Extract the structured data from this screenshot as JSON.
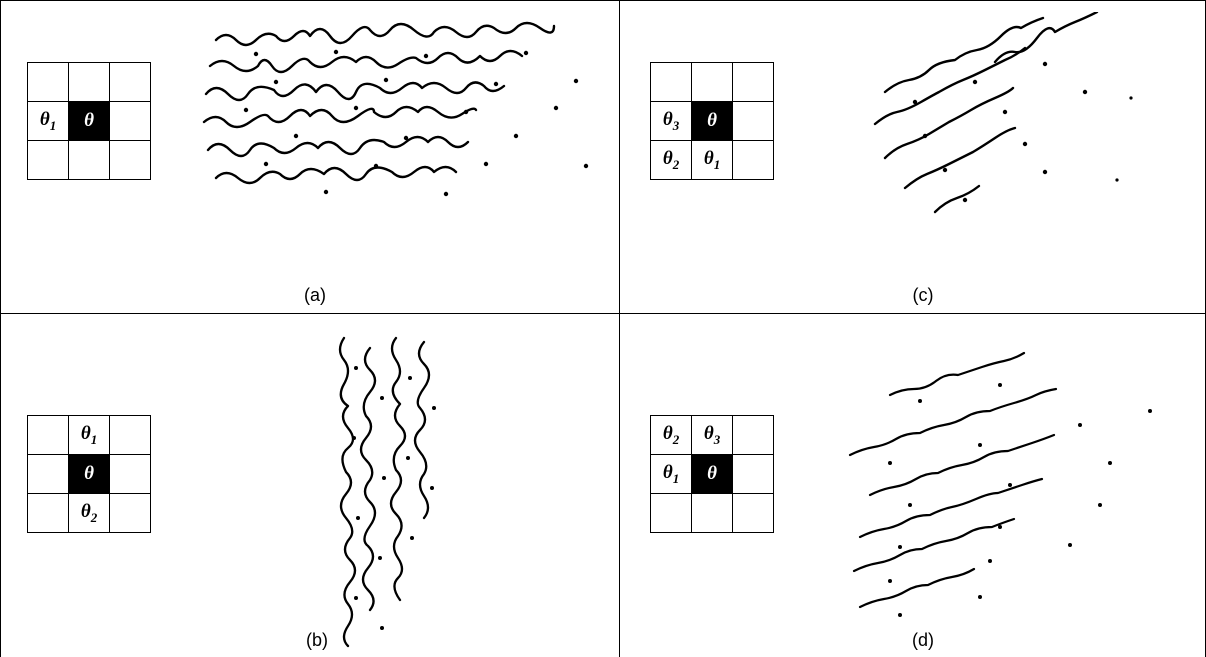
{
  "panels": [
    {
      "id": "a",
      "caption": "(a)",
      "grid": [
        [
          "",
          "",
          ""
        ],
        [
          "θ1",
          "θ",
          ""
        ],
        [
          "",
          "",
          ""
        ]
      ]
    },
    {
      "id": "c",
      "caption": "(c)",
      "grid": [
        [
          "",
          "",
          ""
        ],
        [
          "θ3",
          "θ",
          ""
        ],
        [
          "θ2",
          "θ1",
          ""
        ]
      ]
    },
    {
      "id": "b",
      "caption": "(b)",
      "grid": [
        [
          "",
          "θ1",
          ""
        ],
        [
          "",
          "θ",
          ""
        ],
        [
          "",
          "θ2",
          ""
        ]
      ]
    },
    {
      "id": "d",
      "caption": "(d)",
      "grid": [
        [
          "θ2",
          "θ3",
          ""
        ],
        [
          "θ1",
          "θ",
          ""
        ],
        [
          "",
          "",
          ""
        ]
      ]
    }
  ],
  "symbols": {
    "theta": "θ",
    "sub1": "1",
    "sub2": "2",
    "sub3": "3"
  },
  "colors": {
    "ink": "#000000",
    "background": "#ffffff"
  }
}
